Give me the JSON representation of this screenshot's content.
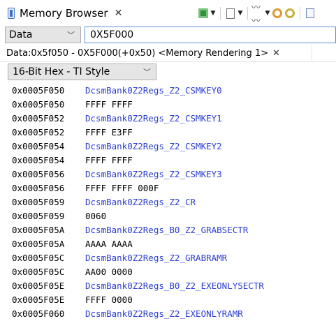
{
  "view": {
    "tab_title": "Memory Browser",
    "close_glyph": "✕",
    "icons": [
      "target-icon",
      "page-icon",
      "waveform-icon",
      "sync-icon",
      "continuous-refresh-icon",
      "new-view-icon"
    ]
  },
  "address_bar": {
    "memory_space": "Data",
    "address": "0X5F000"
  },
  "rendering_tab": {
    "label": "Data:0x5f050 - 0X5F000(+0x50) <Memory Rendering 1>",
    "close_glyph": "✕"
  },
  "format": {
    "selected": "16-Bit Hex - TI Style"
  },
  "rows": [
    {
      "addr": "0x0005F050",
      "value": "DcsmBank0Z2Regs_Z2_CSMKEY0",
      "kind": "label"
    },
    {
      "addr": "0x0005F050",
      "value": "FFFF FFFF",
      "kind": "data"
    },
    {
      "addr": "0x0005F052",
      "value": "DcsmBank0Z2Regs_Z2_CSMKEY1",
      "kind": "label"
    },
    {
      "addr": "0x0005F052",
      "value": "FFFF E3FF",
      "kind": "data"
    },
    {
      "addr": "0x0005F054",
      "value": "DcsmBank0Z2Regs_Z2_CSMKEY2",
      "kind": "label"
    },
    {
      "addr": "0x0005F054",
      "value": "FFFF FFFF",
      "kind": "data"
    },
    {
      "addr": "0x0005F056",
      "value": "DcsmBank0Z2Regs_Z2_CSMKEY3",
      "kind": "label"
    },
    {
      "addr": "0x0005F056",
      "value": "FFFF FFFF 000F",
      "kind": "data"
    },
    {
      "addr": "0x0005F059",
      "value": "DcsmBank0Z2Regs_Z2_CR",
      "kind": "label"
    },
    {
      "addr": "0x0005F059",
      "value": "0060",
      "kind": "data"
    },
    {
      "addr": "0x0005F05A",
      "value": "DcsmBank0Z2Regs_B0_Z2_GRABSECTR",
      "kind": "label"
    },
    {
      "addr": "0x0005F05A",
      "value": "AAAA AAAA",
      "kind": "data"
    },
    {
      "addr": "0x0005F05C",
      "value": "DcsmBank0Z2Regs_Z2_GRABRAMR",
      "kind": "label"
    },
    {
      "addr": "0x0005F05C",
      "value": "AA00 0000",
      "kind": "data"
    },
    {
      "addr": "0x0005F05E",
      "value": "DcsmBank0Z2Regs_B0_Z2_EXEONLYSECTR",
      "kind": "label"
    },
    {
      "addr": "0x0005F05E",
      "value": "FFFF 0000",
      "kind": "data"
    },
    {
      "addr": "0x0005F060",
      "value": "DcsmBank0Z2Regs_Z2_EXEONLYRAMR",
      "kind": "label"
    }
  ],
  "colors": {
    "label_text": "#2c3fd0",
    "focus_border": "#5b8fd9"
  }
}
